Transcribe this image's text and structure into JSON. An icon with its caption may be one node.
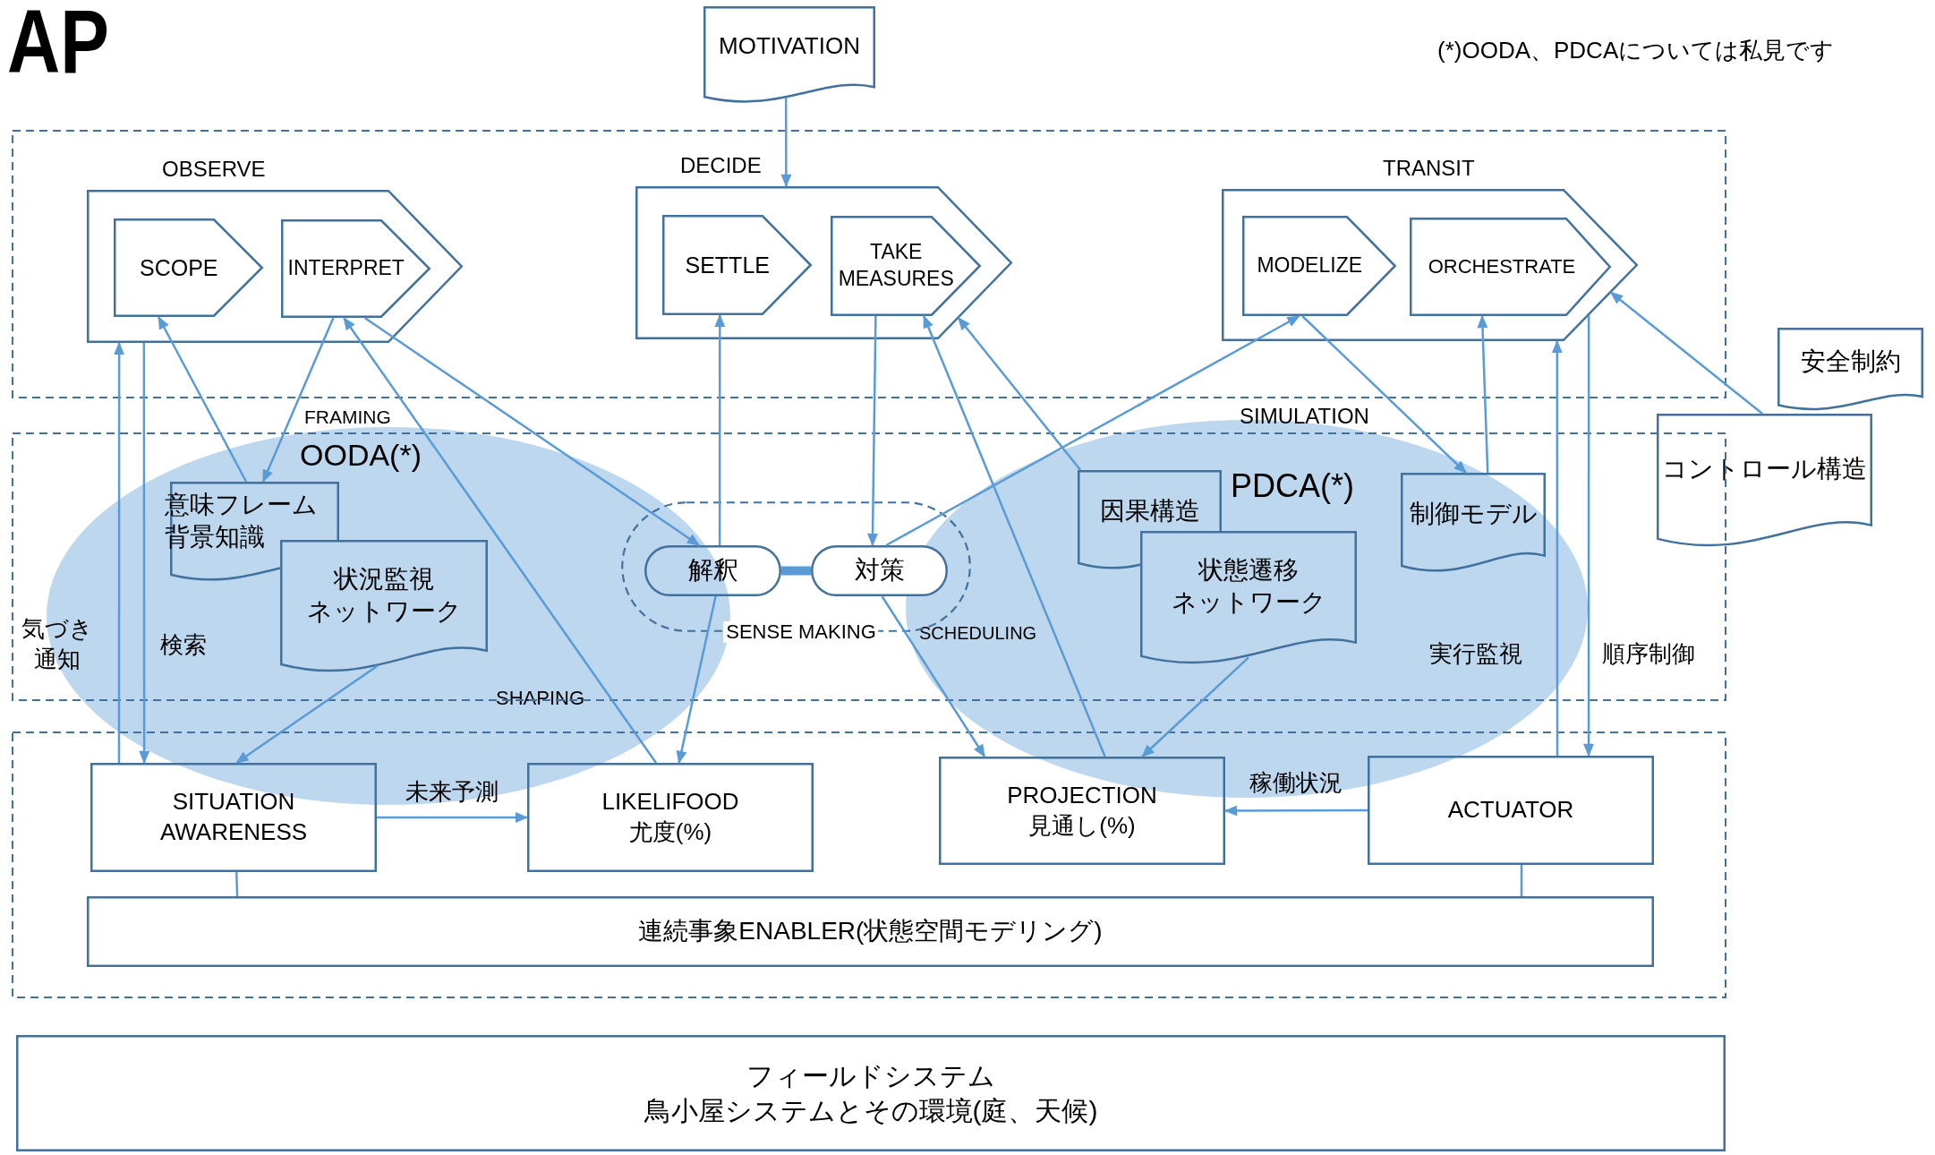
{
  "diagram": {
    "title": "AP",
    "nodes": [
      {
        "text": [
          "MOTIVATION"
        ]
      },
      {
        "text": [
          "OBSERVE"
        ]
      },
      {
        "text": [
          "SCOPE"
        ],
        "in": 1
      },
      {
        "text": [
          "INTERPRET"
        ],
        "in": 1
      },
      {
        "text": [
          "DECIDE"
        ]
      },
      {
        "text": [
          "SETTLE"
        ],
        "in": 4
      },
      {
        "text": [
          "TAKE MEASURES"
        ],
        "in": 4
      },
      {
        "text": [
          "TRANSIT"
        ]
      },
      {
        "text": [
          "MODELIZE"
        ],
        "in": 7
      },
      {
        "text": [
          "ORCHESTRATE"
        ],
        "in": 7
      },
      {
        "text": [
          "安全制約"
        ]
      },
      {
        "text": [
          "コントロール構造"
        ]
      },
      {
        "text": [
          "OODA(*)"
        ]
      },
      {
        "text": [
          "意味フレーム",
          "背景知識"
        ],
        "in": 12
      },
      {
        "text": [
          "状況監視",
          "ネットワーク"
        ],
        "in": 12
      },
      {
        "text": [
          "SENSE MAKING"
        ]
      },
      {
        "text": [
          "解釈"
        ],
        "in": 15
      },
      {
        "text": [
          "対策"
        ],
        "in": 15
      },
      {
        "text": [
          "PDCA(*)"
        ]
      },
      {
        "text": [
          "因果構造"
        ],
        "in": 18
      },
      {
        "text": [
          "状態遷移",
          "ネットワーク"
        ],
        "in": 18
      },
      {
        "text": [
          "制御モデル"
        ],
        "in": 18
      },
      {
        "text": [
          "SITUATION AWARENESS"
        ]
      },
      {
        "text": [
          "LIKELIFOOD",
          "尤度(%)"
        ]
      },
      {
        "text": [
          "PROJECTION",
          "見通し(%)"
        ]
      },
      {
        "text": [
          "ACTUATOR"
        ]
      },
      {
        "text": [
          "連続事象ENABLER(状態空間モデリング)"
        ]
      },
      {
        "text": [
          "フィールドシステム",
          "鳥小屋システムとその環境(庭、天候)"
        ]
      }
    ],
    "edges": [
      {
        "from": 0,
        "to": 4,
        "arrow": "to"
      },
      {
        "from": 22,
        "to": 1,
        "arrow": "to"
      },
      {
        "from": 1,
        "to": 22,
        "arrow": "to"
      },
      {
        "from": 13,
        "to": 2,
        "arrow": "to"
      },
      {
        "from": 3,
        "to": 13,
        "arrow": "to"
      },
      {
        "from": 23,
        "to": 3,
        "arrow": "to"
      },
      {
        "from": 3,
        "to": 16,
        "arrow": "to"
      },
      {
        "from": 16,
        "to": 5,
        "arrow": "to"
      },
      {
        "from": 16,
        "to": 23,
        "arrow": "to"
      },
      {
        "from": 14,
        "to": 22,
        "arrow": "to"
      },
      {
        "from": 16,
        "to": 17,
        "arrow": "none",
        "style": "thick"
      },
      {
        "from": 6,
        "to": 17,
        "arrow": "to"
      },
      {
        "from": 17,
        "to": 8,
        "arrow": "to"
      },
      {
        "from": 17,
        "to": 24,
        "arrow": "to"
      },
      {
        "from": 24,
        "to": 6,
        "arrow": "to"
      },
      {
        "from": 19,
        "to": 4,
        "arrow": "to"
      },
      {
        "from": 8,
        "to": 21,
        "arrow": "to"
      },
      {
        "from": 21,
        "to": 9,
        "arrow": "to"
      },
      {
        "from": 20,
        "to": 24,
        "arrow": "to"
      },
      {
        "from": 25,
        "to": 7,
        "arrow": "to"
      },
      {
        "from": 7,
        "to": 25,
        "arrow": "to"
      },
      {
        "from": 11,
        "to": 7,
        "arrow": "to"
      },
      {
        "from": 25,
        "to": 24,
        "arrow": "to",
        "label": "稼働状況"
      },
      {
        "from": 22,
        "to": 23,
        "arrow": "to",
        "label": "未来予測"
      },
      {
        "from": 22,
        "to": 26,
        "arrow": "none"
      },
      {
        "from": 25,
        "to": 26,
        "arrow": "none"
      }
    ],
    "labels": [
      "(*)OODA、PDCAについては私見です",
      "FRAMING",
      "SIMULATION",
      "気づき通知",
      "検索",
      "SHAPING",
      "SCHEDULING",
      "実行監視",
      "順序制御"
    ]
  }
}
